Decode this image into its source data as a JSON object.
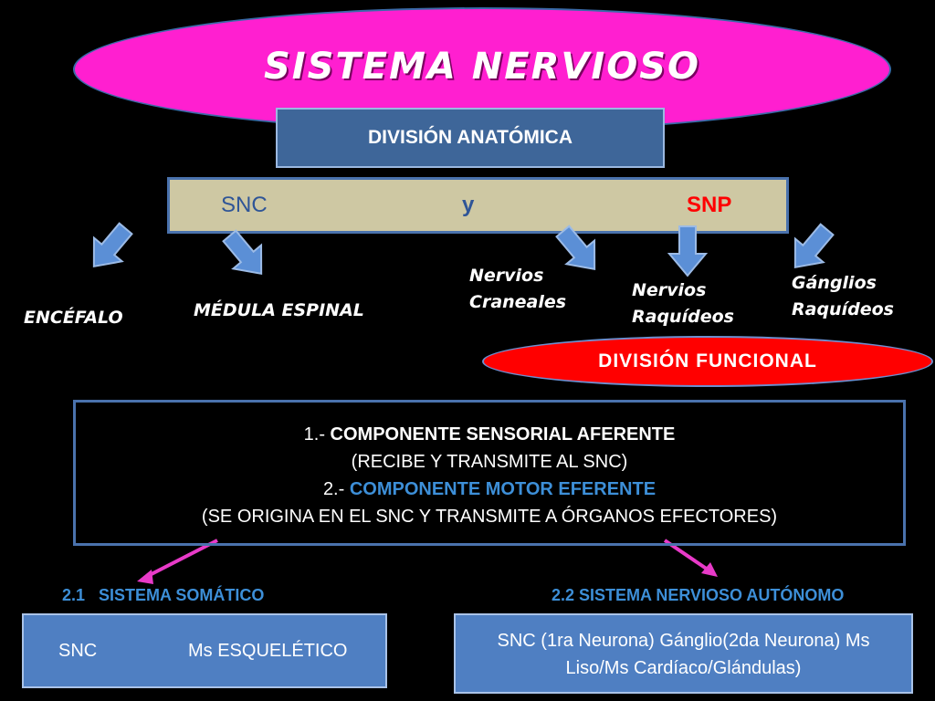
{
  "title": "SISTEMA NERVIOSO",
  "anatomic": {
    "label": "DIVISIÓN ANATÓMICA",
    "snc": "SNC",
    "y": "y",
    "snp": "SNP"
  },
  "parts": {
    "encefalo": "ENCÉFALO",
    "medula": "MÉDULA ESPINAL",
    "craneales_1": "Nervios",
    "craneales_2": "Craneales",
    "raquideos_1": "Nervios",
    "raquideos_2": "Raquídeos",
    "ganglios_1": "Gánglios",
    "ganglios_2": "Raquídeos"
  },
  "functional": {
    "label": "DIVISIÓN FUNCIONAL",
    "c1_num": "1.-",
    "c1_name": "COMPONENTE SENSORIAL AFERENTE",
    "c1_desc": "(RECIBE Y TRANSMITE AL SNC)",
    "c2_num": "2.-",
    "c2_name": "COMPONENTE MOTOR EFERENTE",
    "c2_desc": "(SE ORIGINA EN EL SNC Y TRANSMITE A ÓRGANOS EFECTORES)"
  },
  "somatic": {
    "title": "2.1   SISTEMA SOMÁTICO",
    "from": "SNC",
    "to": "Ms ESQUELÉTICO"
  },
  "autonomic": {
    "title": "2.2 SISTEMA NERVIOSO AUTÓNOMO",
    "line1": "SNC (1ra Neurona) Gánglio(2da Neurona) Ms",
    "line2": "Liso/Ms Cardíaco/Glándulas)"
  },
  "colors": {
    "title_ellipse": "#ff1fd0",
    "anatomic_box": "#3e6699",
    "functional_ellipse": "#ff0000",
    "arrow_blue": "#5b8fd6",
    "arrow_pink": "#e83ac8",
    "snp_red": "#ff0000",
    "section_blue": "#3d8fd8"
  }
}
